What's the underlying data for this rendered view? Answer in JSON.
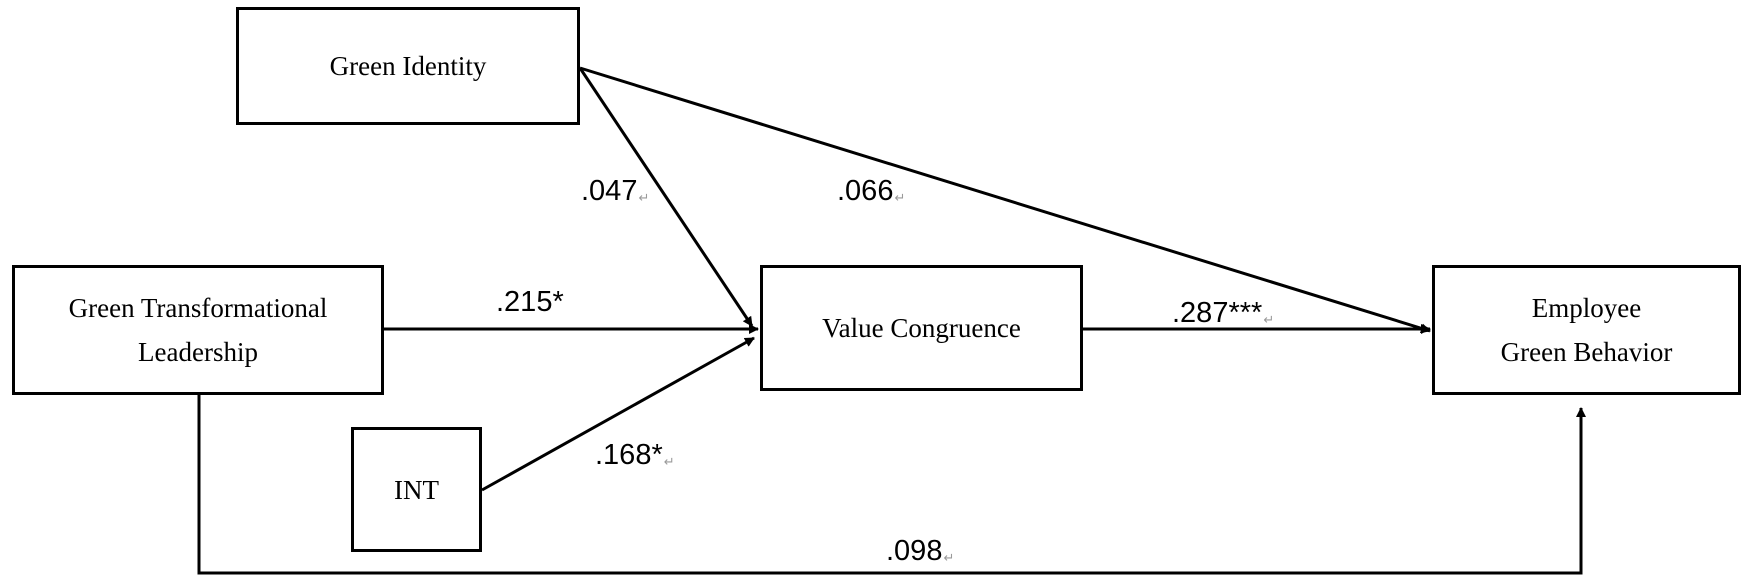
{
  "diagram": {
    "nodes": {
      "green_identity": {
        "lines": [
          "Green Identity"
        ]
      },
      "gtl": {
        "lines": [
          "Green Transformational",
          "Leadership"
        ]
      },
      "int": {
        "lines": [
          "INT"
        ]
      },
      "value_congruence": {
        "lines": [
          "Value Congruence"
        ]
      },
      "egb": {
        "lines": [
          "Employee",
          "Green Behavior"
        ]
      }
    },
    "paths": {
      "gi_to_vc": ".047",
      "gi_to_egb": ".066",
      "gtl_to_vc": ".215*",
      "int_to_vc": ".168*",
      "vc_to_egb": ".287***",
      "gtl_to_egb": ".098"
    },
    "colors": {
      "line": "#000000",
      "box_border": "#000000",
      "background": "#ffffff"
    }
  }
}
